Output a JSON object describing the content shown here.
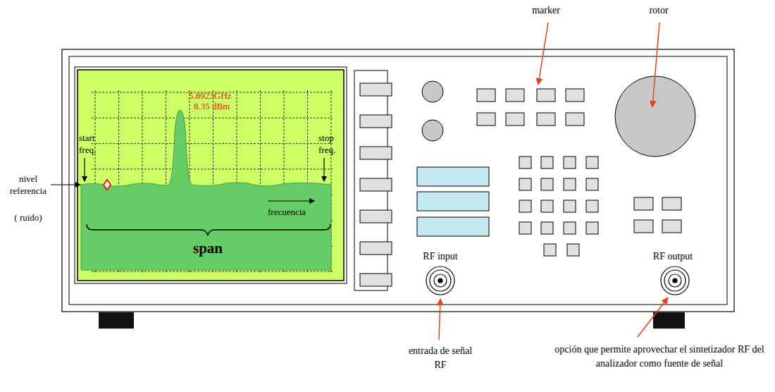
{
  "diagram": {
    "labels": [
      "marker",
      "rotor",
      "5.8923GHz",
      "8.35 dBm",
      "start freq.",
      "stop freq.",
      "nivel referencia",
      "( ruido)",
      "frecuencia",
      "span",
      "RF input",
      "RF output",
      "entrada de señal RF",
      "opción que permite aprovechar el sintetizador RF del analizador como fuente de señal"
    ]
  }
}
